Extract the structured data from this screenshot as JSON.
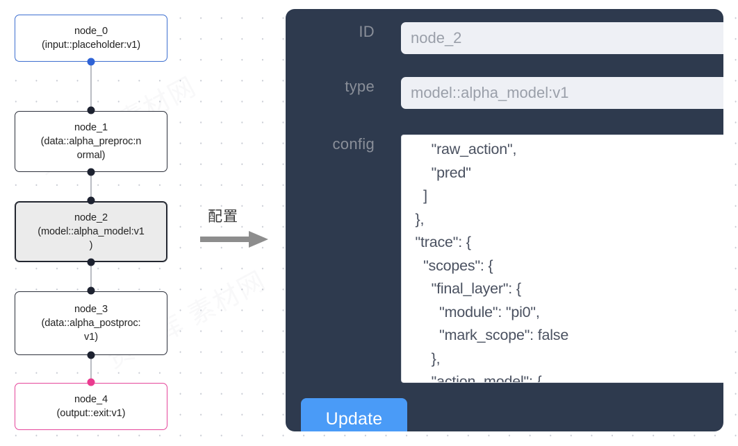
{
  "canvas": {
    "watermark_text": "资料库 素材网",
    "nodes": [
      {
        "id": "node-0",
        "title": "node_0",
        "subtitle": "(input::placeholder:v1)",
        "label": "node_0\n(input::placeholder:v1)",
        "variant": "blue",
        "accent_color": "#3d6fd0"
      },
      {
        "id": "node-1",
        "title": "node_1",
        "subtitle": "(data::alpha_preproc:normal)",
        "label": "node_1\n(data::alpha_preproc:n\normal)",
        "variant": "default",
        "accent_color": "#2b2f3a"
      },
      {
        "id": "node-2",
        "title": "node_2",
        "subtitle": "(model::alpha_model:v1)",
        "label": "node_2\n(model::alpha_model:v1\n)",
        "variant": "selected",
        "accent_color": "#22262f"
      },
      {
        "id": "node-3",
        "title": "node_3",
        "subtitle": "(data::alpha_postproc:v1)",
        "label": "node_3\n(data::alpha_postproc:\nv1)",
        "variant": "default",
        "accent_color": "#2b2f3a"
      },
      {
        "id": "node-4",
        "title": "node_4",
        "subtitle": "(output::exit:v1)",
        "label": "node_4\n(output::exit:v1)",
        "variant": "pink",
        "accent_color": "#e5459a"
      }
    ]
  },
  "arrow": {
    "caption": "配置",
    "icon": "right-arrow-icon",
    "color": "#8a8a8a"
  },
  "panel": {
    "background_color": "#2e3a4e",
    "fields": [
      {
        "label": "ID",
        "value": "node_2"
      },
      {
        "label": "type",
        "value": "model::alpha_model:v1"
      },
      {
        "label": "config",
        "value": "config-textarea"
      }
    ],
    "id_label": "ID",
    "id_value": "node_2",
    "type_label": "type",
    "type_value": "model::alpha_model:v1",
    "config_label": "config",
    "config_value": "      \"raw_action\",\n      \"pred\"\n    ]\n  },\n  \"trace\": {\n    \"scopes\": {\n      \"final_layer\": {\n        \"module\": \"pi0\",\n        \"mark_scope\": false\n      },\n      \"action_model\": {",
    "update_label": "Update",
    "update_color": "#4a9bf7"
  }
}
